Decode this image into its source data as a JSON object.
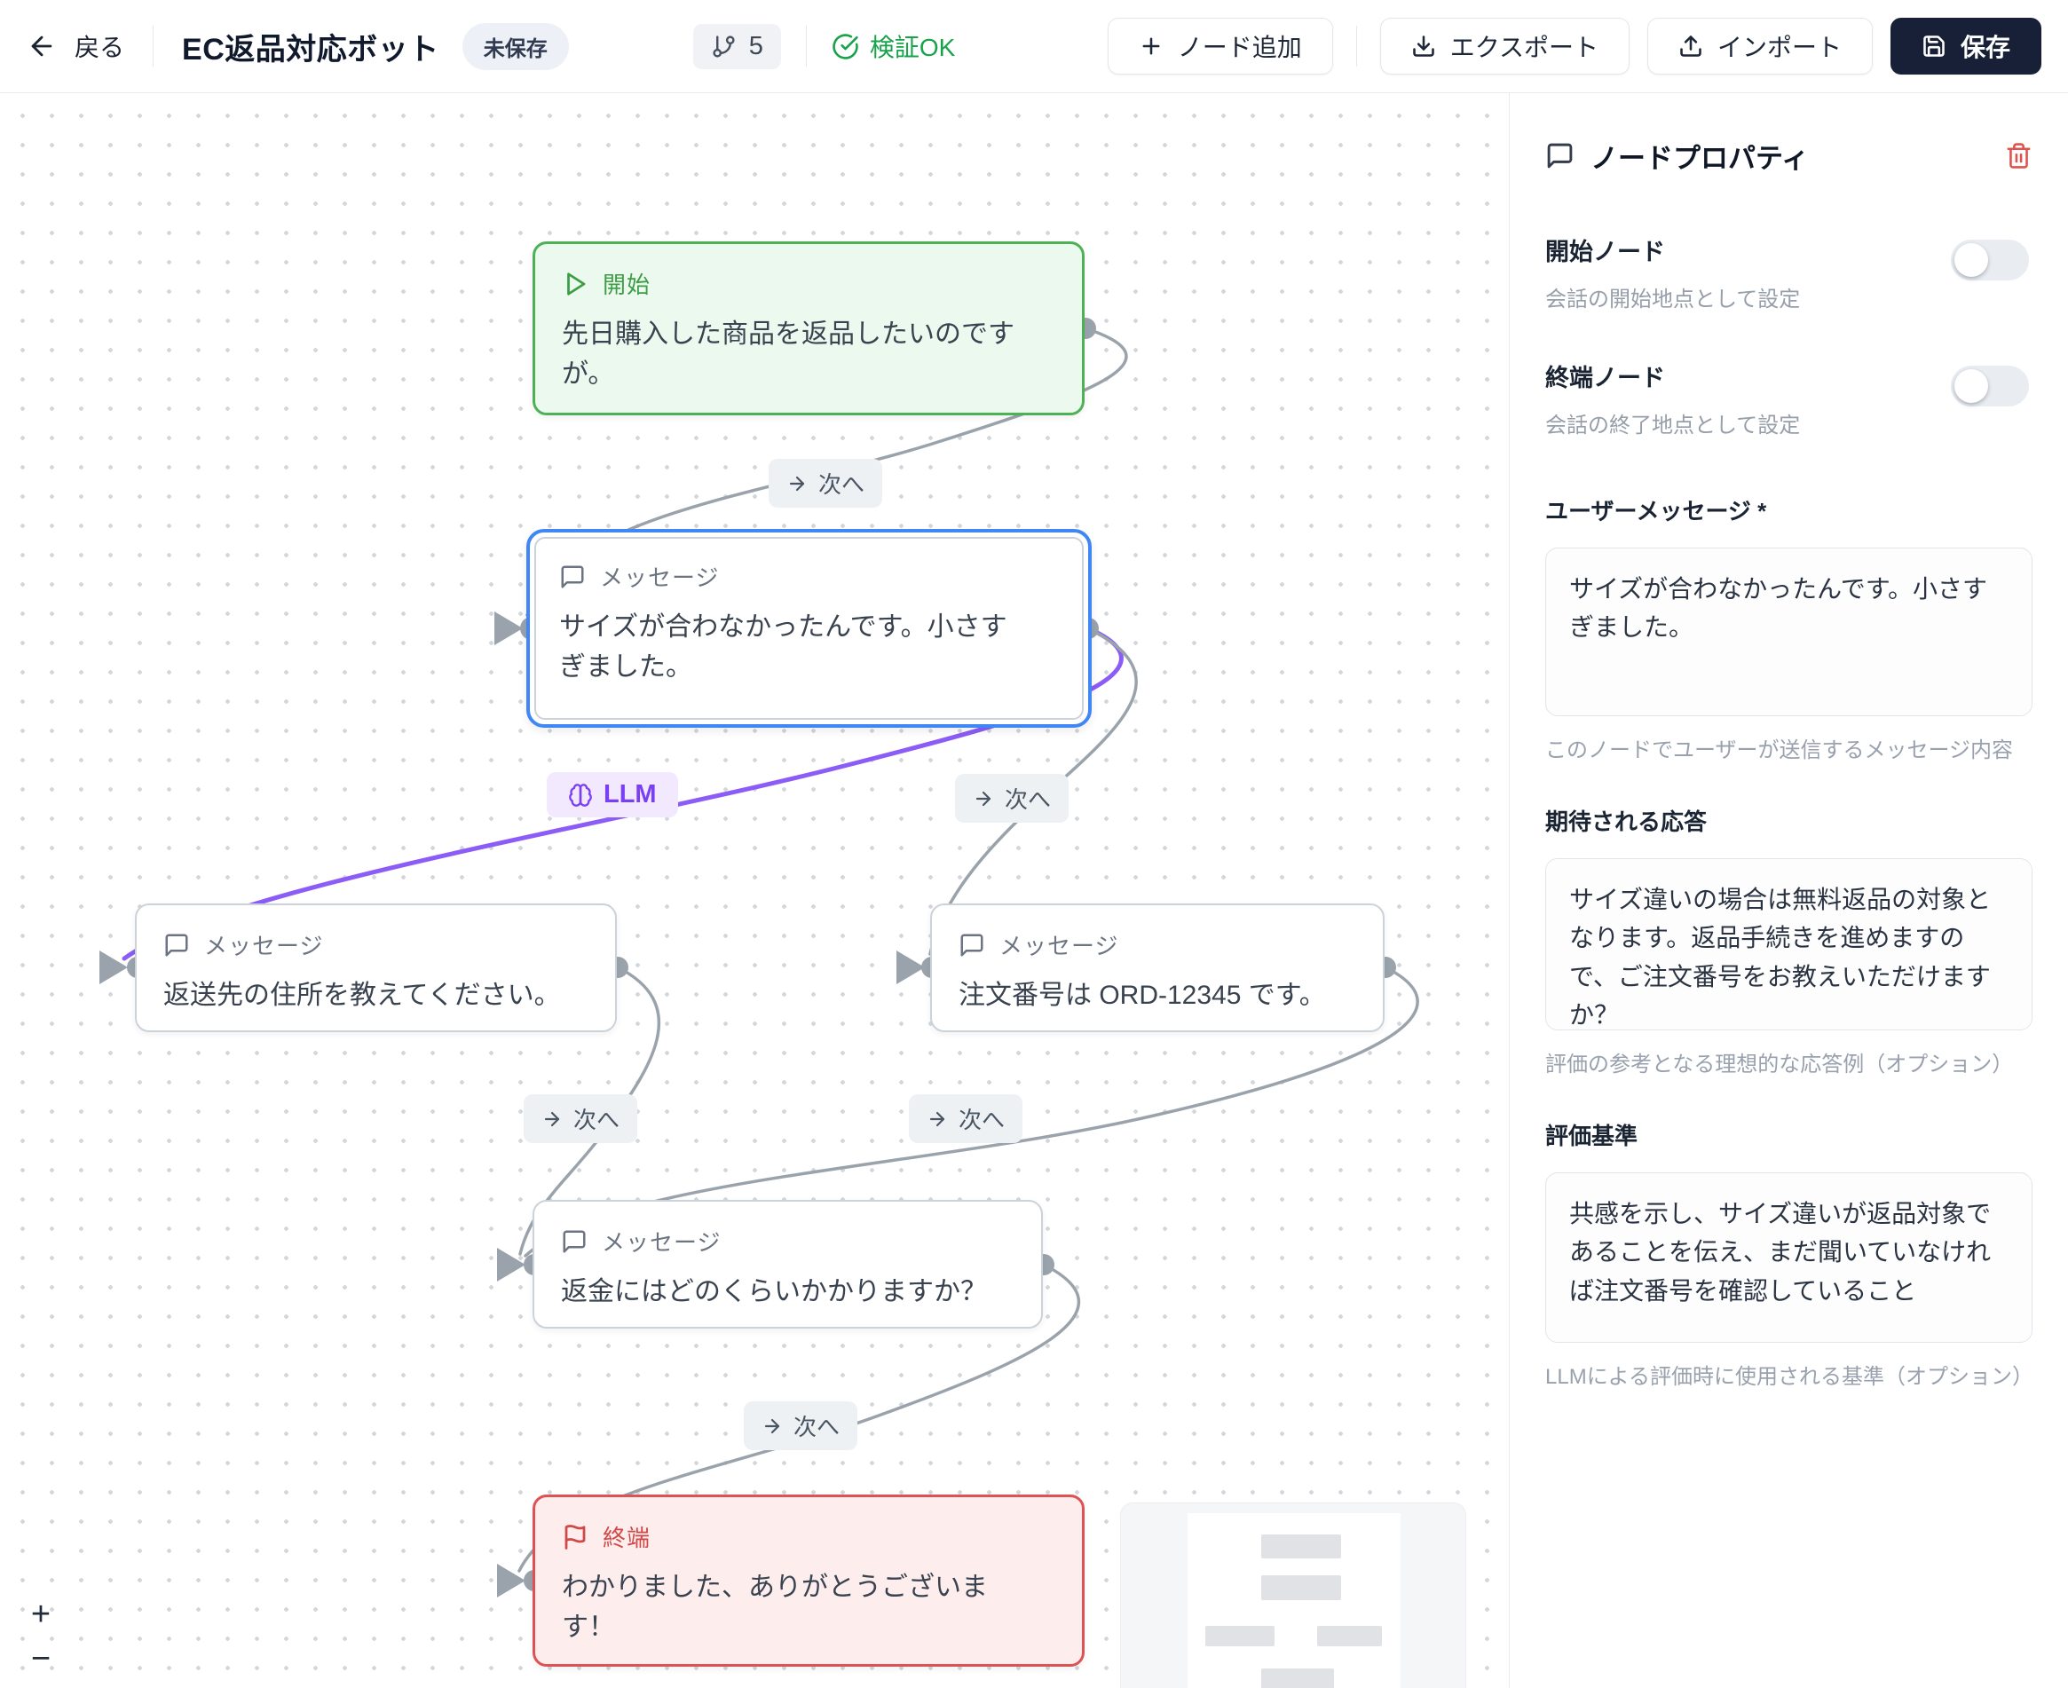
{
  "toolbar": {
    "back_label": "戻る",
    "title": "EC返品対応ボット",
    "unsaved_badge": "未保存",
    "node_count": "5",
    "validation_status": "検証OK",
    "add_node_label": "ノード追加",
    "export_label": "エクスポート",
    "import_label": "インポート",
    "save_label": "保存"
  },
  "canvas": {
    "nodes": [
      {
        "type": "start",
        "header": "開始",
        "body": "先日購入した商品を返品したいのですが。"
      },
      {
        "type": "message",
        "header": "メッセージ",
        "body": "サイズが合わなかったんです。小さすぎました。",
        "selected": true
      },
      {
        "type": "message",
        "header": "メッセージ",
        "body": "返送先の住所を教えてください。"
      },
      {
        "type": "message",
        "header": "メッセージ",
        "body": "注文番号は ORD-12345 です。"
      },
      {
        "type": "message",
        "header": "メッセージ",
        "body": "返金にはどのくらいかかりますか？"
      },
      {
        "type": "end",
        "header": "終端",
        "body": "わかりました、ありがとうございます！"
      }
    ],
    "edge_labels": {
      "next": "次へ",
      "llm": "LLM"
    },
    "zoom_in": "+",
    "zoom_out": "−"
  },
  "sidebar": {
    "title": "ノードプロパティ",
    "toggles": [
      {
        "label": "開始ノード",
        "description": "会話の開始地点として設定",
        "on": false
      },
      {
        "label": "終端ノード",
        "description": "会話の終了地点として設定",
        "on": false
      }
    ],
    "fields": [
      {
        "label": "ユーザーメッセージ *",
        "value": "サイズが合わなかったんです。小さすぎました。",
        "hint": "このノードでユーザーが送信するメッセージ内容"
      },
      {
        "label": "期待される応答",
        "value": "サイズ違いの場合は無料返品の対象となります。返品手続きを進めますので、ご注文番号をお教えいただけますか？",
        "hint": "評価の参考となる理想的な応答例（オプション）"
      },
      {
        "label": "評価基準",
        "value": "共感を示し、サイズ違いが返品対象であることを伝え、まだ聞いていなければ注文番号を確認していること",
        "hint": "LLMによる評価時に使用される基準（オプション）"
      }
    ]
  },
  "colors": {
    "start_green": "#4db155",
    "end_red": "#dd5252",
    "selection_blue": "#4186f5",
    "llm_purple": "#8b5cf6",
    "validation_green": "#17a34a",
    "edge_gray": "#9aa3ac",
    "save_button_bg": "#172036"
  }
}
